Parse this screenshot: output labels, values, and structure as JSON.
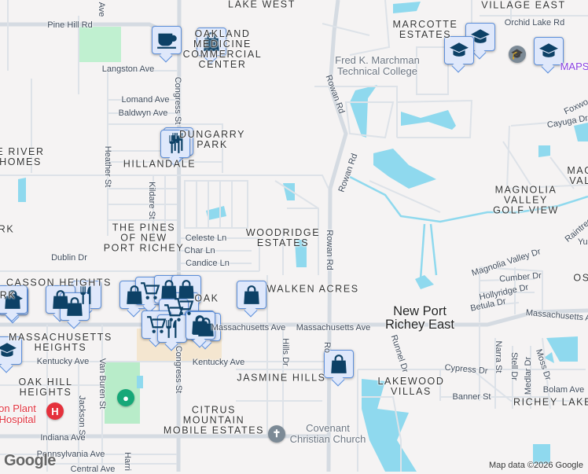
{
  "map": {
    "colors": {
      "background": "#f5f3f3",
      "water": "#8fd9ee",
      "park": "#c0f0d0",
      "commercial": "#f4e6d0",
      "marker_fill": "#dfe8fb",
      "marker_border": "#5d8fda",
      "icon": "#0d4166"
    },
    "neighborhoods": [
      "LAKE WEST",
      "VILLAGE EAST",
      "MARCOTTE\nESTATES",
      "OAKLAND\nMEDICINE\nCOMMERCIAL\nCENTER",
      "DUNGARRY\nPARK",
      "HILLANDALE",
      "E RIVER\nHOMES",
      "RK",
      "THE PINES\nOF NEW\nPORT RICHEY",
      "WOODRIDGE\nESTATES",
      "CASSON HEIGHTS",
      "RK",
      "OAK",
      "WALKEN ACRES",
      "MASSACHUSETTS\nHEIGHTS",
      "OAK HILL\nHEIGHTS",
      "JASMINE HILLS",
      "CITRUS\nMOUNTAIN\nMOBILE ESTATES",
      "MAGNOLIA\nVALLEY\nGOLF VIEW",
      "MAG\nVAL",
      "LAKEWOOD\nVILLAS",
      "RICHEY LAKE",
      "OS"
    ],
    "place_name": "New Port\nRichey East",
    "streets": [
      "Pine Hill Rd",
      "Langston Ave",
      "Lomand Ave",
      "Baldwyn Ave",
      "Congress St",
      "Heather St",
      "Kildare St",
      "Ave",
      "Celeste Ln",
      "Char Ln",
      "Candice Ln",
      "Dublin Dr",
      "Massachusetts Ave",
      "Massachusetts Ave",
      "Massachusetts Ave",
      "Kentucky Ave",
      "Kentucky Ave",
      "Van Buren St",
      "Jackson St",
      "Indiana Ave",
      "Pennsylvania Ave",
      "Central Ave",
      "Hills Dr",
      "Rowan Rd",
      "Rowan Rd",
      "Rowan Rd",
      "Ro",
      "Orchid Lake Rd",
      "Cayuga Dr",
      "Foxwo",
      "Raintree Dr",
      "Magnolia Valley Dr",
      "Cumber Dr",
      "Hollyridge Dr",
      "Betula Dr",
      "Runnel Dr",
      "Cypress Dr",
      "Narra St",
      "Stell Dr",
      "Medlar Dr",
      "Moss Dr",
      "Bolam Ave",
      "Banner St",
      "Yuc",
      "Congress St",
      "Ave",
      "Harri"
    ],
    "pois": [
      {
        "name": "Fred K. Marchman\nTechnical College",
        "icon": "school-icon"
      },
      {
        "name": "Covenant\nChristian Church",
        "icon": "church-icon"
      },
      {
        "name": "on Plant\nHospital",
        "icon": "hospital-icon"
      },
      {
        "name": "MAPS",
        "icon": "school-icon"
      }
    ],
    "markers": [
      "coffee",
      "shopping",
      "restaurant",
      "restaurant",
      "school",
      "school",
      "school",
      "school",
      "school",
      "shopping",
      "shopping",
      "restaurant",
      "shopping",
      "shopping",
      "cart",
      "shopping",
      "shopping",
      "cart",
      "cart",
      "cart",
      "shopping",
      "shopping",
      "restaurant",
      "shopping",
      "shopping",
      "shopping"
    ],
    "attribution": "Map data ©2026 Google",
    "logo": "Google"
  }
}
